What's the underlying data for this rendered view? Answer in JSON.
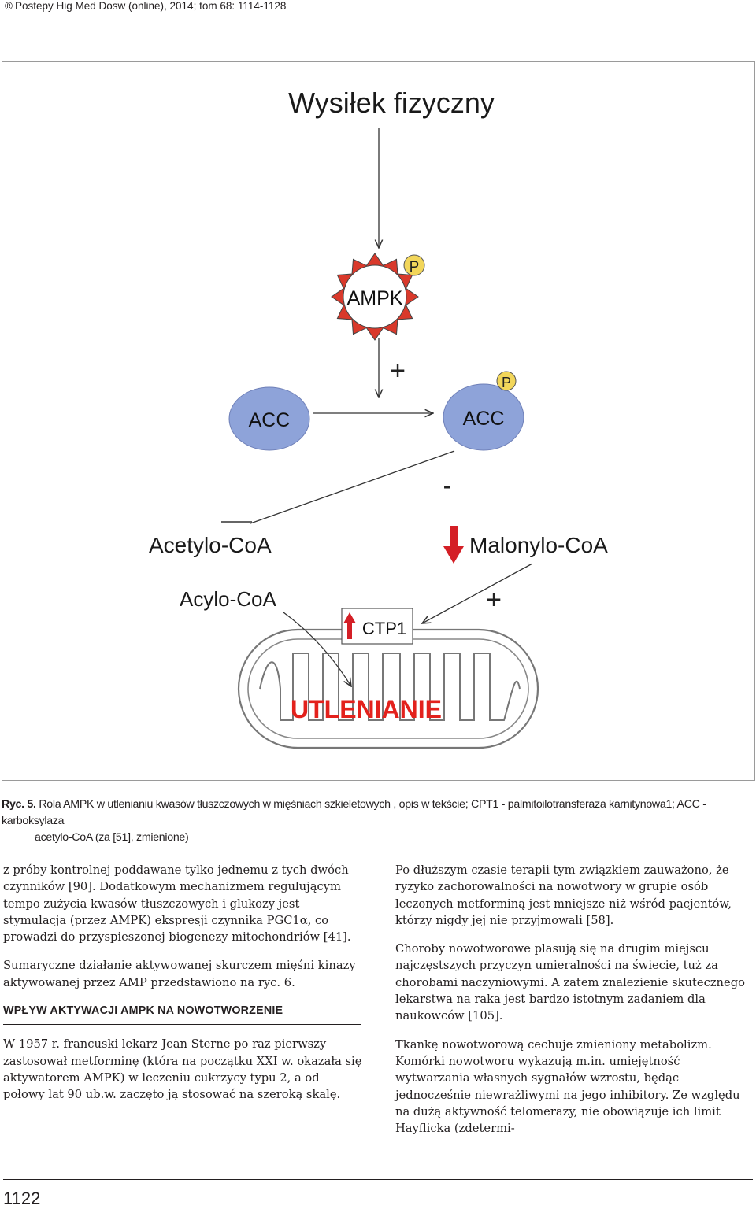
{
  "header": {
    "symbol": "®",
    "citation": "Postepy Hig Med Dosw (online), 2014; tom 68: 1114-1128"
  },
  "figure": {
    "title": "Wysiłek fizyczny",
    "ampk": "AMPK",
    "p_marker": "P",
    "acc_left": "ACC",
    "acc_right": "ACC",
    "plus": "+",
    "minus": "-",
    "acetylo_coa": "Acetylo-CoA",
    "malonylo_coa": "Malonylo-CoA",
    "acylo_coa": "Acylo-CoA",
    "cpt1": "CTP1",
    "utlenianie": "UTLENIANIE",
    "colors": {
      "ampk_red": "#d9392b",
      "acc_blue": "#8ea3d9",
      "p_yellow": "#f2d65a",
      "arrow_red": "#d41f26",
      "utlenianie_red": "#e3211c"
    }
  },
  "caption": {
    "label": "Ryc. 5.",
    "line1": "Rola AMPK w utlenianiu kwasów tłuszczowych w mięśniach szkieletowych , opis w tekście; CPT1 - palmitoilotransferaza karnitynowa1; ACC - karboksylaza",
    "line2": "acetylo-CoA (za [51], zmienione)"
  },
  "left_column": {
    "p1": "z próby kontrolnej poddawane tylko jednemu z tych dwóch czynników [90]. Dodatkowym mechanizmem regulującym tempo zużycia kwasów tłuszczowych i glukozy jest stymulacja (przez AMPK) ekspresji czynnika PGC1α, co prowadzi do przyspieszonej biogenezy mitochondriów [41].",
    "p2": "Sumaryczne działanie aktywowanej skurczem mięśni kinazy aktywowanej przez AMP przedstawiono na ryc. 6.",
    "heading": "WPŁYW AKTYWACJI AMPK NA NOWOTWORZENIE",
    "p3": "W 1957 r. francuski lekarz Jean Sterne po raz pierwszy zastosował metforminę (która na początku XXI w. okazała się aktywatorem AMPK) w leczeniu cukrzycy typu 2, a od połowy lat 90 ub.w. zaczęto ją stosować na szeroką skalę."
  },
  "right_column": {
    "p1": "Po dłuższym czasie terapii tym związkiem zauważono, że ryzyko zachorowalności na nowotwory w grupie osób leczonych metforminą jest mniejsze niż wśród pacjentów, którzy nigdy jej nie przyjmowali [58].",
    "p2": "Choroby nowotworowe plasują się na drugim miejscu najczęstszych przyczyn umieralności na świecie, tuż za chorobami naczyniowymi. A zatem znalezienie skutecznego lekarstwa na raka jest bardzo istotnym zadaniem dla naukowców [105].",
    "p3": "Tkankę nowotworową cechuje zmieniony metabolizm. Komórki nowotworu wykazują m.in. umiejętność wytwarzania własnych sygnałów wzrostu, będąc jednocześnie niewrażliwymi na jego inhibitory. Ze względu na dużą aktywność telomerazy, nie obowiązuje ich limit Hayflicka (zdetermi-"
  },
  "footer": {
    "page_number": "1122"
  }
}
